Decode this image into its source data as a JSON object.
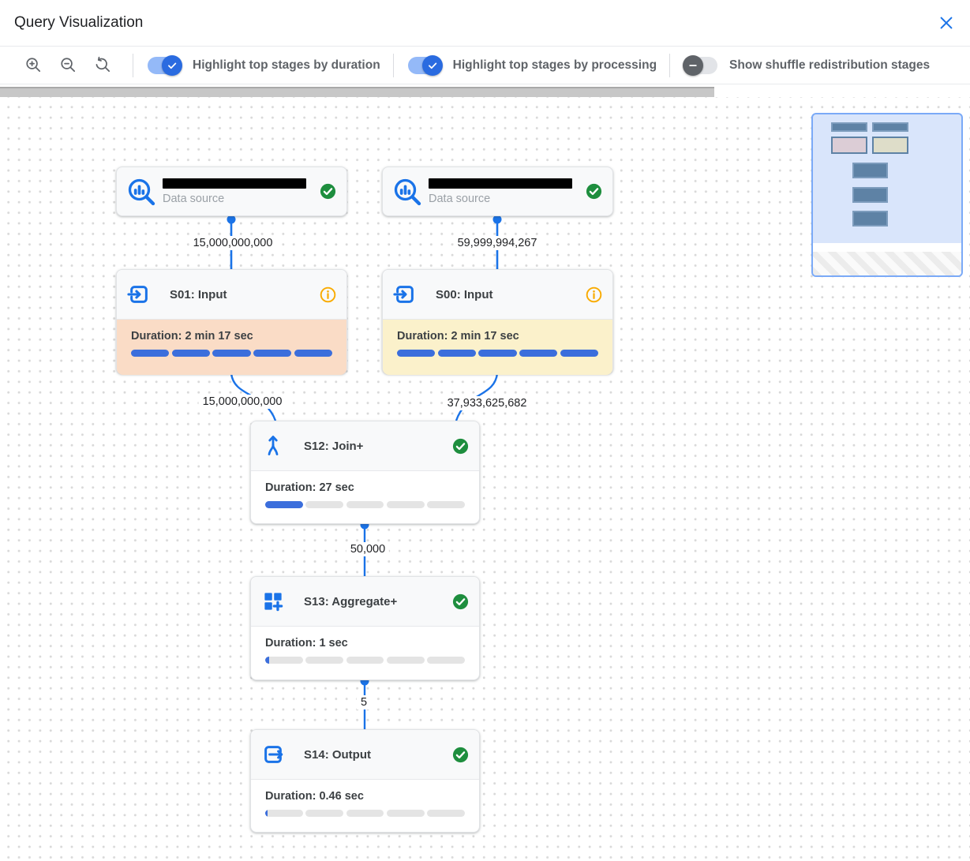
{
  "header": {
    "title": "Query Visualization"
  },
  "toolbar": {
    "zoom_controls": [
      "zoom-in",
      "zoom-out",
      "zoom-reset"
    ],
    "toggles": [
      {
        "label": "Highlight top stages by duration",
        "state": "on"
      },
      {
        "label": "Highlight top stages by processing",
        "state": "on"
      },
      {
        "label": "Show shuffle redistribution stages",
        "state": "off"
      }
    ]
  },
  "canvas": {
    "nodes": {
      "ds1": {
        "kind": "data_source",
        "label": "Data source",
        "name_redacted": true,
        "status": "completed"
      },
      "ds2": {
        "kind": "data_source",
        "label": "Data source",
        "name_redacted": true,
        "status": "completed"
      },
      "s01": {
        "title": "S01: Input",
        "duration": "Duration: 2 min 17 sec",
        "progress_fraction": 1,
        "highlight": "top_duration",
        "status": "info"
      },
      "s00": {
        "title": "S00: Input",
        "duration": "Duration: 2 min 17 sec",
        "progress_fraction": 1,
        "highlight": "top_processing",
        "status": "info"
      },
      "s12": {
        "title": "S12: Join+",
        "duration": "Duration: 27 sec",
        "progress_fraction": 0.2,
        "status": "completed"
      },
      "s13": {
        "title": "S13: Aggregate+",
        "duration": "Duration: 1 sec",
        "progress_fraction": 0.02,
        "status": "completed"
      },
      "s14": {
        "title": "S14: Output",
        "duration": "Duration: 0.46 sec",
        "progress_fraction": 0.01,
        "status": "completed"
      }
    },
    "edges": [
      {
        "from": "ds1",
        "to": "s01",
        "rows": "15,000,000,000"
      },
      {
        "from": "ds2",
        "to": "s00",
        "rows": "59,999,994,267"
      },
      {
        "from": "s01",
        "to": "s12",
        "rows": "15,000,000,000"
      },
      {
        "from": "s00",
        "to": "s12",
        "rows": "37,933,625,682"
      },
      {
        "from": "s12",
        "to": "s13",
        "rows": "50,000"
      },
      {
        "from": "s13",
        "to": "s14",
        "rows": "5"
      }
    ]
  },
  "colors": {
    "accent_blue": "#1a73e8",
    "progress_blue": "#3b6edc",
    "duration_highlight_bg": "#fadcc6",
    "processing_highlight_bg": "#fbf1cb",
    "success_green": "#1e8e3e",
    "info_orange": "#f9ab00",
    "minimap_bg": "#d9e5fb",
    "minimap_border": "#7baaf7",
    "minimap_node": "#5e82a5",
    "minimap_duration_node": "#dccdd6",
    "minimap_processing_node": "#deddc9"
  }
}
